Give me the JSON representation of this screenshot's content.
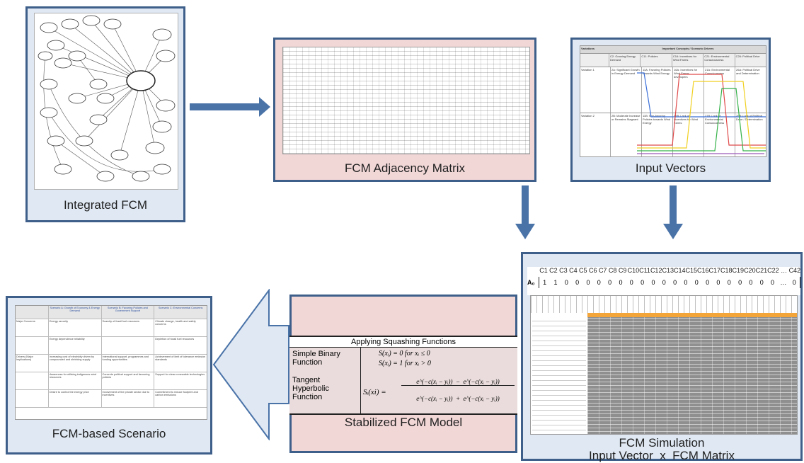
{
  "panels": {
    "integrated_fcm": {
      "label": "Integrated FCM"
    },
    "adjacency": {
      "label": "FCM Adjacency Matrix"
    },
    "input_vectors": {
      "label": "Input Vectors"
    },
    "simulation": {
      "label": "FCM Simulation",
      "sublabel": "Input Vector  x  FCM Matrix"
    },
    "stabilized": {
      "label": "Stabilized FCM Model"
    },
    "scenario": {
      "label": "FCM-based Scenario"
    }
  },
  "input_vectors_table": {
    "header_left": "Variations",
    "header_right": "Important Concepts / Scenario Drivers",
    "columns": [
      "C2: Growing Energy Demand",
      "C11: Policies",
      "C16: Incentives for Wind Farms",
      "C21: Environmental Consciousness",
      "C26: Political Drive"
    ],
    "rows": [
      {
        "name": "Variation 1",
        "cells": [
          "2A: Significant Growth in Energy Demand",
          "11A: Favoring Policies towards Wind Energy",
          "16A: Incentives for Wind Farms developers",
          "21A: Environmental Consciousness",
          "26A: Political Drive and Determination"
        ]
      },
      {
        "name": "Variation 2",
        "cells": [
          "2B: Moderate Increase or Remains Stagnant",
          "11B: Non-favoring Policies towards Wind Energy",
          "16B: Lack of Incentives for Wind Farms",
          "21B: Lack of Environmental Consciousness",
          "26B: Lack of Political Drive / Determination"
        ]
      }
    ]
  },
  "simulation_vector": {
    "row_label": "A₀",
    "headers": [
      "C1",
      "C2",
      "C3",
      "C4",
      "C5",
      "C6",
      "C7",
      "C8",
      "C9",
      "C10",
      "C11",
      "C12",
      "C13",
      "C14",
      "C15",
      "C16",
      "C17",
      "C18",
      "C19",
      "C20",
      "C21",
      "C22",
      "…",
      "C42"
    ],
    "values": [
      "1",
      "1",
      "0",
      "0",
      "0",
      "0",
      "0",
      "0",
      "0",
      "0",
      "0",
      "0",
      "0",
      "0",
      "0",
      "0",
      "0",
      "0",
      "0",
      "0",
      "0",
      "0",
      "…",
      "0"
    ]
  },
  "squashing": {
    "title": "Applying  Squashing Functions",
    "f1_name": "Simple Binary Function",
    "f1_eq1": "S(xᵢ) = 0 for xᵢ ≤ 0",
    "f1_eq2": "S(xᵢ) = 1 for xᵢ > 0",
    "f2_name": "Tangent Hyperbolic Function",
    "f2_lhs": "Sᵢ(xi) =",
    "f2_num": "e^(−c(xᵢ − yᵢ))  −  e^(−c(xᵢ − yᵢ))",
    "f2_den": "e^(−c(xᵢ − yᵢ))  +  e^(−c(xᵢ − yᵢ))"
  },
  "scenario_table": {
    "headers": [
      "",
      "Scenario A: Growth of Economy & Energy Demand",
      "Scenario B: Favoring Policies and Government Support",
      "Scenario C: Environmental Concerns"
    ],
    "rows": [
      [
        "Major Concerns",
        "Energy security",
        "Scarcity of fossil fuel resources",
        "Climate change, health and safety concerns"
      ],
      [
        "",
        "Energy dependence reliability",
        "",
        "Depletion of fossil fuel resources"
      ],
      [
        "Drivers (Major Implications)",
        "Increasing cost of electricity driven by compounded and shrinking supply",
        "International support, programmes and funding opportunities",
        "Achievement of limit of tolerance emission standards"
      ],
      [
        "",
        "Awareness for utilising indigenous wind resources",
        "Concrete political support and favouring policies",
        "Support for clean renewable technologies"
      ],
      [
        "",
        "Desire to control the energy price",
        "Involvement of the private sector due to incentives",
        "Commitment to reduce footprint and carbon emissions"
      ]
    ]
  },
  "colors": {
    "panel_border": "#3e5f8a",
    "panel_blue": "#dfe8f3",
    "panel_pink": "#f2d7d7",
    "arrow": "#4a73a8",
    "highlight_orange": "#f4a53a"
  }
}
